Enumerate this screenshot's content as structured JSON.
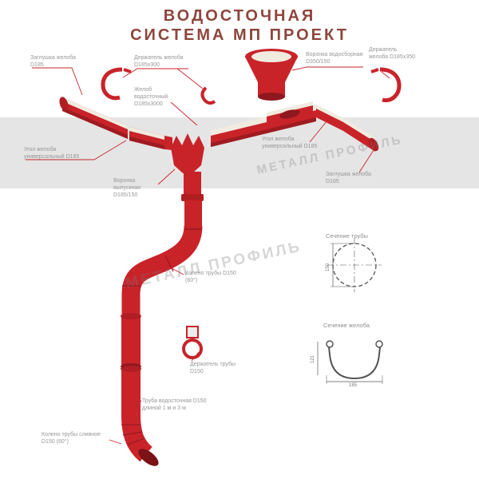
{
  "title": {
    "line1": "ВОДОСТОЧНАЯ",
    "line2": "СИСТЕМА МП ПРОЕКТ"
  },
  "watermark": {
    "text": "МЕТАЛЛ ПРОФИЛЬ"
  },
  "colors": {
    "accent_red": "#c9232a",
    "dark_red": "#8f181e",
    "cream": "#f1ebdf",
    "title_color": "#8e463c",
    "label_gray": "#979797",
    "band_gray": "#e5e5e5"
  },
  "labels": {
    "end_cap_left": "Заглушка желоба D185",
    "gutter_holder_300": "Держатель желоба D185х300",
    "collector_funnel": "Воронка водосборная D350/150",
    "gutter_holder_350": "Держатель желоба D185х350",
    "gutter": "Желоб водосточный D185х3000",
    "corner_left": "Угол желоба универсальный D185",
    "corner_right": "Угол желоба универсальный D185",
    "end_cap_right": "Заглушка желоба D185",
    "outlet_funnel": "Воронка выпускная D185/150",
    "pipe_elbow": "Колено трубы D150 (60°)",
    "pipe_holder": "Держатель трубы D150",
    "downpipe": "Труба водосточная D150 длиной 1 м и 3 м",
    "drain_elbow": "Колено трубы сливное D150 (60°)",
    "pipe_section_title": "Сечение трубы",
    "gutter_section_title": "Сечение желоба"
  },
  "dimensions": {
    "pipe_diameter": "150",
    "gutter_width": "185",
    "gutter_height": "121"
  }
}
